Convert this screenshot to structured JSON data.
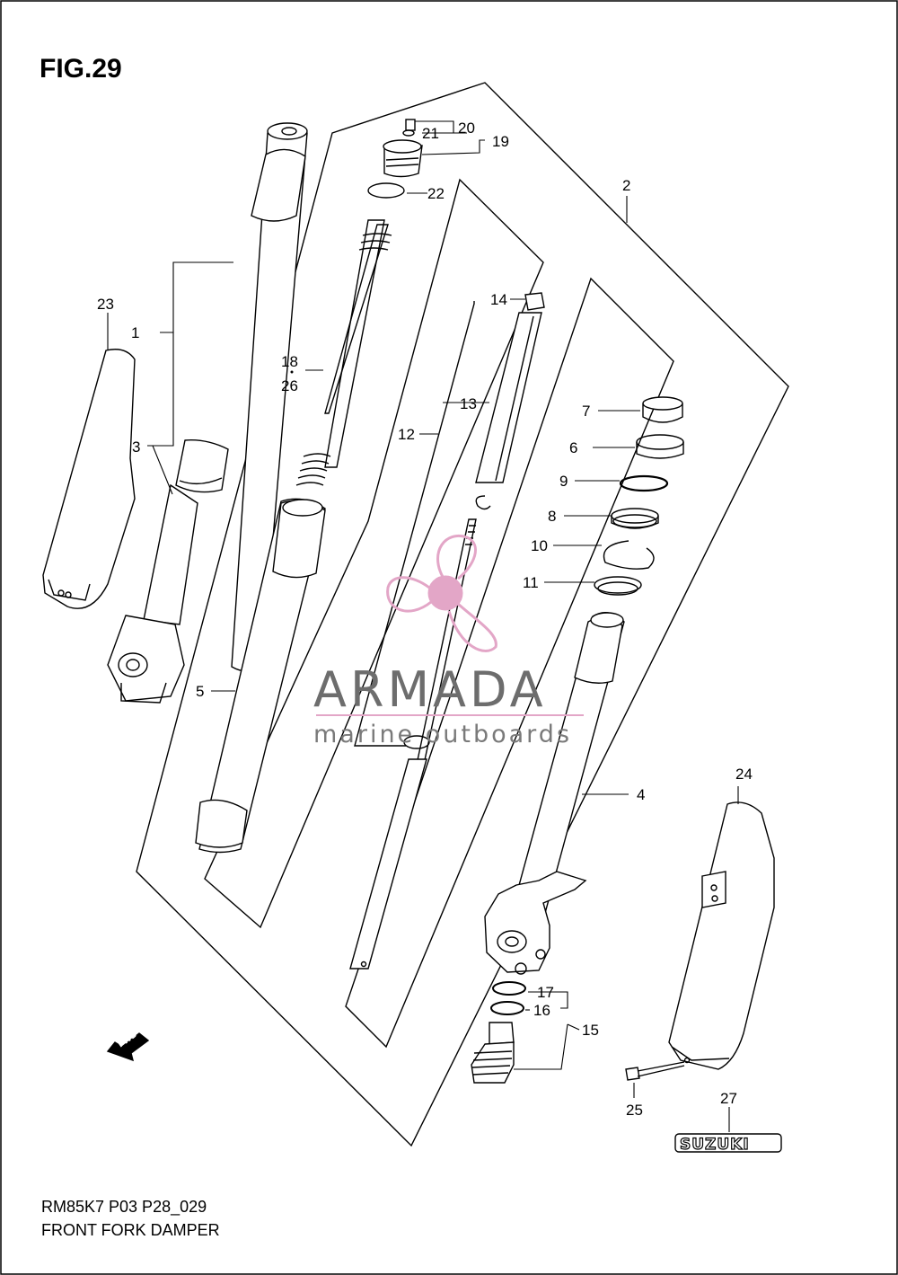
{
  "figure": {
    "title": "FIG.29",
    "model_code": "RM85K7 P03 P28_029",
    "caption": "FRONT FORK DAMPER"
  },
  "watermark": {
    "brand": "ARMADA",
    "tagline": "marine outboards",
    "logo_color": "#e3a6c7"
  },
  "stamp": {
    "brand_emblem": "SUZUKI",
    "forward_arrow": "FWD"
  },
  "callouts": [
    "1",
    "2",
    "3",
    "4",
    "5",
    "6",
    "7",
    "8",
    "9",
    "10",
    "11",
    "12",
    "13",
    "14",
    "15",
    "16",
    "17",
    "18",
    "19",
    "20",
    "21",
    "22",
    "23",
    "24",
    "25",
    "26",
    "27"
  ]
}
